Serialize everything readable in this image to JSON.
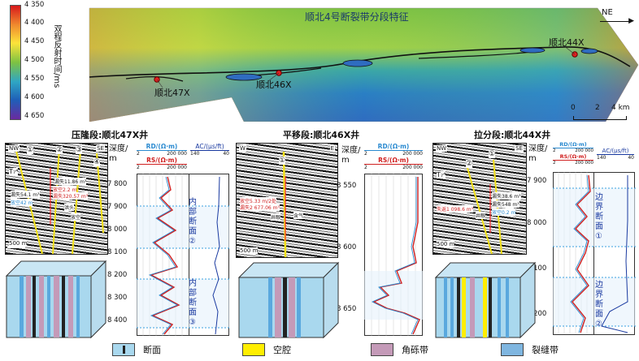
{
  "map": {
    "title": "顺北4号断裂带分段特征",
    "colorbar_label": "双程反射时间/ms",
    "colorbar_ticks": [
      "4 350",
      "4 400",
      "4 450",
      "4 500",
      "4 550",
      "4 600",
      "4 650"
    ],
    "colorbar_colors": [
      "#d7191c",
      "#f08a2e",
      "#fde33a",
      "#7dc242",
      "#2fa6c4",
      "#1f5fb8",
      "#6a2aa0"
    ],
    "north_label": "NE",
    "scale_ticks": [
      "0",
      "2",
      "4 km"
    ],
    "wells": [
      {
        "label": "顺北47X"
      },
      {
        "label": "顺北46X"
      },
      {
        "label": "顺北44X"
      }
    ]
  },
  "panels": [
    {
      "title": "压隆段:顺北47X井",
      "seis_corner_left": "NW",
      "seis_corner_right": "SE",
      "seis_scale": "500 m",
      "fault_numbers": [
        "①",
        "②",
        "③",
        "④"
      ],
      "t_label": "T₇⁴",
      "seis_annotations": [
        "漏失11.86 m³",
        "放空2.2 m",
        "漏失320.57 m³",
        "漏失54.1 m³",
        "放空42 m",
        "洪头",
        "放空"
      ],
      "depth_header": [
        "深度/",
        "m"
      ],
      "depth_ticks": [
        "7 800",
        "7 900",
        "8 000",
        "8 100",
        "8 200",
        "8 300",
        "8 400"
      ],
      "rd_label": "RD/(Ω·m)",
      "rd_range": [
        "2",
        "200 000"
      ],
      "rs_label": "RS/(Ω·m)",
      "rs_range": [
        "2",
        "200 000"
      ],
      "ac_label": "AC/(μs/ft)",
      "ac_range": [
        "140",
        "40"
      ],
      "zone_labels": [
        "内部断面②",
        "内部断面③"
      ]
    },
    {
      "title": "平移段:顺北46X井",
      "seis_corner_left": "W",
      "seis_corner_right": "E",
      "seis_scale": "500 m",
      "fault_numbers": [
        "①"
      ],
      "seis_annotations": [
        "放空5.33 m/2处",
        "漏失2 677.06 m³",
        "井眼",
        "含气"
      ],
      "depth_header": [
        "深度/",
        "m"
      ],
      "depth_ticks": [
        "8 550",
        "8 600",
        "8 650"
      ],
      "rd_label": "RD/(Ω·m)",
      "rd_range": [
        "2",
        "200 000"
      ],
      "rs_label": "RS/(Ω·m)",
      "rs_range": [
        "2",
        "200 000"
      ]
    },
    {
      "title": "拉分段:顺北44X井",
      "seis_corner_left": "NW",
      "seis_corner_right": "SE",
      "seis_scale": "500 m",
      "fault_numbers": [
        "②",
        "①"
      ],
      "t_label": "T₇⁴",
      "seis_annotations": [
        "漏失38.6 m³",
        "漏失548 m³",
        "失返1 098.6 m³",
        "井眼",
        "放空0.2 m"
      ],
      "depth_header": [
        "深度/",
        "m"
      ],
      "depth_ticks": [
        "7 900",
        "8 000",
        "8 100",
        "8 200"
      ],
      "rd_label": "RD/(Ω·m)",
      "rd_range": [
        "2",
        "200 000"
      ],
      "rs_label": "RS/(Ω·m)",
      "rs_range": [
        "2",
        "200 000"
      ],
      "ac_label": "AC/(μs/ft)",
      "ac_range": [
        "140",
        "40"
      ],
      "zone_labels": [
        "边界断面①",
        "边界断面②"
      ]
    }
  ],
  "legend": [
    {
      "label": "断面",
      "color": "#a9d8ee",
      "mark": "#222222"
    },
    {
      "label": "空腔",
      "color": "#ffee00"
    },
    {
      "label": "角砾带",
      "color": "#c49ab8"
    },
    {
      "label": "裂缝带",
      "color": "#7fb6e0"
    }
  ]
}
